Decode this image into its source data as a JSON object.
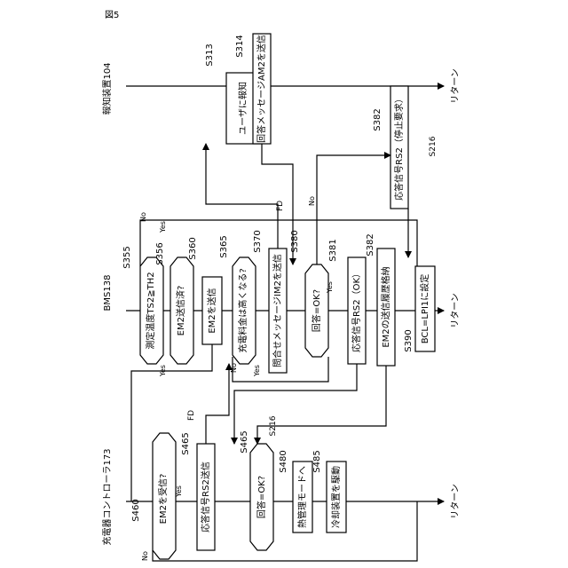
{
  "figure_label": "図5",
  "lanes": {
    "notify": "報知装置104",
    "bms": "BMS138",
    "charger": "充電器コントローラ173"
  },
  "notify": {
    "s313": {
      "id": "S313",
      "text": "ユーザに報知"
    },
    "s314": {
      "id": "S314",
      "text": "回答メッセージAM2を送信"
    },
    "s382": {
      "id": "S382",
      "text": "応答信号RS2（停止要求）"
    },
    "s216": "S216",
    "return": "リターン"
  },
  "bms": {
    "s355": {
      "id": "S355",
      "text": "測定温度TS2≧TH2"
    },
    "s356": {
      "id": "S356",
      "text": "EM2送信済?"
    },
    "s360": {
      "id": "S360",
      "text": "EM2を送信"
    },
    "s365": {
      "id": "S365",
      "text": "充電料金は高くなる?"
    },
    "s370": {
      "id": "S370",
      "text": "問合せメッセージIM2を送信"
    },
    "s380": {
      "id": "S380",
      "text": "回答=OK?"
    },
    "s381": {
      "id": "S381",
      "text": "応答信号RS2（OK）"
    },
    "s382": {
      "id": "S382",
      "text": "EM2の送信履歴格納"
    },
    "s390": {
      "id": "S390",
      "text": "BCL=LPI1に設定"
    },
    "fd": "FD",
    "return": "リターン"
  },
  "charger": {
    "s460": {
      "id": "S460",
      "text": "EM2を受信?"
    },
    "s465a": {
      "id": "S465",
      "text": "応答信号RS2送信"
    },
    "s465b": {
      "id": "S465",
      "text": "回答=OK?"
    },
    "s480": {
      "id": "S480",
      "text": "熱管理モードへ"
    },
    "s485": {
      "id": "S485",
      "text": "冷却装置を駆動"
    },
    "s216": "S216",
    "fd": "FD",
    "return": "リターン"
  },
  "branch": {
    "yes": "Yes",
    "no": "No"
  }
}
